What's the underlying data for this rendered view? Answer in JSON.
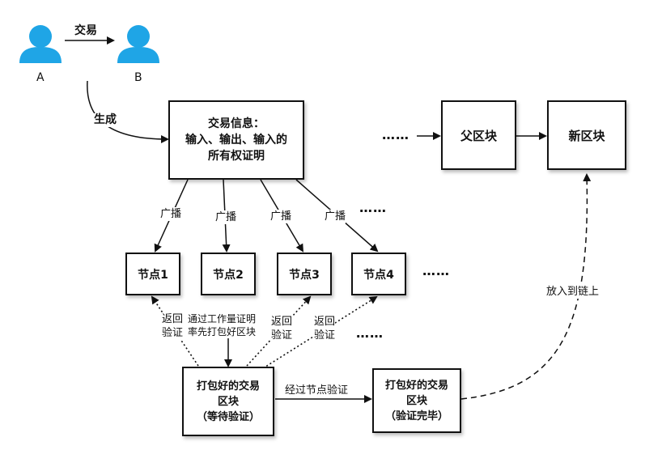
{
  "users": {
    "a": "A",
    "b": "B"
  },
  "labels": {
    "trade": "交易",
    "generate": "生成",
    "broadcast": "广播",
    "return_verify_1": "返回",
    "return_verify_2": "验证",
    "pow_1": "通过工作量证明",
    "pow_2": "率先打包好区块",
    "node_verify": "经过节点验证",
    "add_to_chain": "放入到链上",
    "ellipsis": "……"
  },
  "tx_info": {
    "line1": "交易信息：",
    "line2": "输入、输出、输入的",
    "line3": "所有权证明"
  },
  "parent_block": "父区块",
  "new_block": "新区块",
  "nodes": [
    "节点1",
    "节点2",
    "节点3",
    "节点4"
  ],
  "pending_block": {
    "line1": "打包好的交易",
    "line2": "区块",
    "line3": "（等待验证）"
  },
  "verified_block": {
    "line1": "打包好的交易",
    "line2": "区块",
    "line3": "（验证完毕）"
  },
  "colors": {
    "user_icon": "#1fa5e6",
    "stroke": "#111111"
  }
}
